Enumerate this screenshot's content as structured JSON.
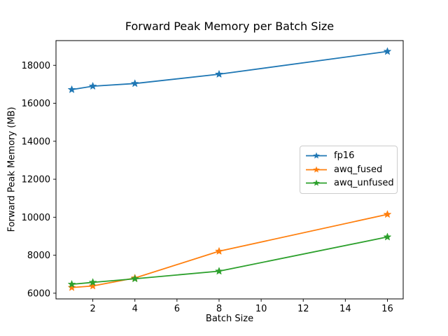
{
  "chart_data": {
    "type": "line",
    "title": "Forward Peak Memory per Batch Size",
    "xlabel": "Batch Size",
    "ylabel": "Forward Peak Memory (MB)",
    "x": [
      1,
      2,
      4,
      8,
      16
    ],
    "series": [
      {
        "name": "fp16",
        "color": "#1f77b4",
        "values": [
          16720,
          16900,
          17040,
          17530,
          18730
        ]
      },
      {
        "name": "awq_fused",
        "color": "#ff7f0e",
        "values": [
          6300,
          6380,
          6800,
          8210,
          10150
        ]
      },
      {
        "name": "awq_unfused",
        "color": "#2ca02c",
        "values": [
          6470,
          6570,
          6760,
          7160,
          8960
        ]
      }
    ],
    "xticks": [
      2,
      4,
      6,
      8,
      10,
      12,
      14,
      16
    ],
    "yticks": [
      6000,
      8000,
      10000,
      12000,
      14000,
      16000,
      18000
    ],
    "xlim": [
      0.25,
      16.75
    ],
    "ylim": [
      5700,
      19300
    ],
    "marker": "star",
    "grid": false,
    "legend_position": "center-right",
    "axis_color": "#000000",
    "background_color": "#ffffff"
  }
}
